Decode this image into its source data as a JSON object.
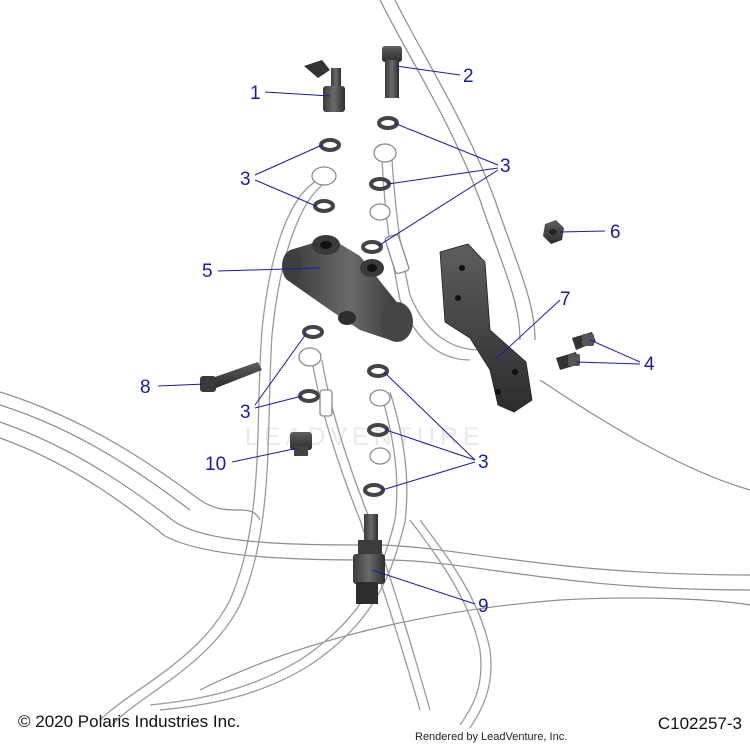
{
  "diagram": {
    "callouts": [
      {
        "id": "1",
        "label": "1"
      },
      {
        "id": "2",
        "label": "2"
      },
      {
        "id": "3a",
        "label": "3"
      },
      {
        "id": "3b",
        "label": "3"
      },
      {
        "id": "3c",
        "label": "3"
      },
      {
        "id": "3d",
        "label": "3"
      },
      {
        "id": "4",
        "label": "4"
      },
      {
        "id": "5",
        "label": "5"
      },
      {
        "id": "6",
        "label": "6"
      },
      {
        "id": "7",
        "label": "7"
      },
      {
        "id": "8",
        "label": "8"
      },
      {
        "id": "9",
        "label": "9"
      },
      {
        "id": "10",
        "label": "10"
      }
    ],
    "watermark": "LEADVENTURE",
    "colors": {
      "callout": "#1a1aa6",
      "part": "#4a4a4a",
      "line": "#8a8a8a"
    }
  },
  "footer": {
    "copyright": "© 2020 Polaris Industries Inc.",
    "drawing_id": "C102257-3",
    "rendered_by": "Rendered by LeadVenture, Inc."
  }
}
